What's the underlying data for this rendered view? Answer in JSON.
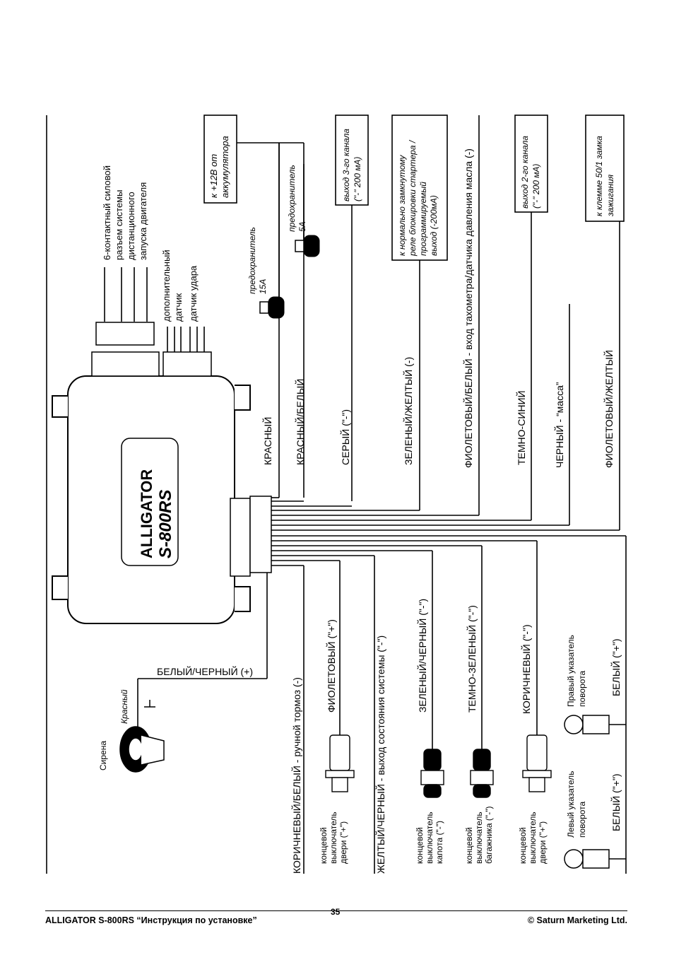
{
  "footer": {
    "left": "ALLIGATOR S-800RS “Инструкция по установке”",
    "page": "35",
    "right": "© Saturn Marketing Ltd."
  },
  "unit": {
    "logo_brand": "ALLIGATOR",
    "model": "S-800RS"
  },
  "top_connectors": {
    "power_connector": [
      "6-контактный силовой",
      "разъем системы",
      "дистанционного",
      "запуска двигателя"
    ],
    "extra_sensor": [
      "дополнительный",
      "датчик"
    ],
    "shock_sensor": "датчик удара"
  },
  "boxes": {
    "battery": [
      "к +12В от",
      "аккумулятора"
    ],
    "ch3": [
      "выход 3-го канала",
      "(\"-\" 200 мА)"
    ],
    "starter": [
      "к нормально замкнутому",
      "реле блокировки стартера /",
      "программируемый",
      "выход (-200мА)"
    ],
    "ch2": [
      "выход 2-го канала",
      "(\"-\" 200 мА)"
    ],
    "ignition": [
      "к клемме 50/1 замка",
      "зажигания"
    ]
  },
  "fuses": {
    "f15": [
      "предохранитель",
      "15А"
    ],
    "f5": [
      "предохранитель",
      "5А"
    ]
  },
  "right_wires": [
    "КРАСНЫЙ",
    "КРАСНЫЙ/БЕЛЫЙ",
    "СЕРЫЙ  (\"-\")",
    "ЗЕЛЕНЫЙ/ЖЕЛТЫЙ (-)",
    "ФИОЛЕТОВЫЙ/БЕЛЫЙ - вход тахометра/датчика давления масла (-)",
    "ТЕМНО-СИНИЙ",
    "ЧЕРНЫЙ - “масса”",
    "ФИОЛЕТОВЫЙ/ЖЕЛТЫЙ"
  ],
  "left_wires": {
    "white_black": "БЕЛЫЙ/ЧЕРНЫЙ (+)",
    "brown_white": "КОРИЧНЕВЫЙ/БЕЛЫЙ - ручной тормоз (-)",
    "violet": "ФИОЛЕТОВЫЙ (\"+\")",
    "yellow_black": "ЖЕЛТЫЙ/ЧЕРНЫЙ - выход состояния системы  (\"-\")",
    "green_black": "ЗЕЛЕНЫЙ/ЧЕРНЫЙ (\"-\")",
    "dark_green": "ТЕМНО-ЗЕЛЕНЫЙ (\"-\")",
    "brown": "КОРИЧНЕВЫЙ (\"-\")",
    "white_right": "БЕЛЫЙ (\"+\")",
    "white_left": "БЕЛЫЙ (\"+\")"
  },
  "siren": {
    "label": "Сирена",
    "wire": "Красный"
  },
  "switches": {
    "door1": [
      "концевой",
      "выключатель",
      "двери (\"+\")"
    ],
    "hood": [
      "концевой",
      "выключатель",
      "капота (\"-\")"
    ],
    "trunk": [
      "концевой",
      "выключатель",
      "багажника (\"-\")"
    ],
    "door2": [
      "концевой",
      "выключатель",
      "двери (\"+\")"
    ]
  },
  "turn_signals": {
    "left": [
      "Левый указатель",
      "поворота"
    ],
    "right": [
      "Правый указатель",
      "поворота"
    ]
  }
}
